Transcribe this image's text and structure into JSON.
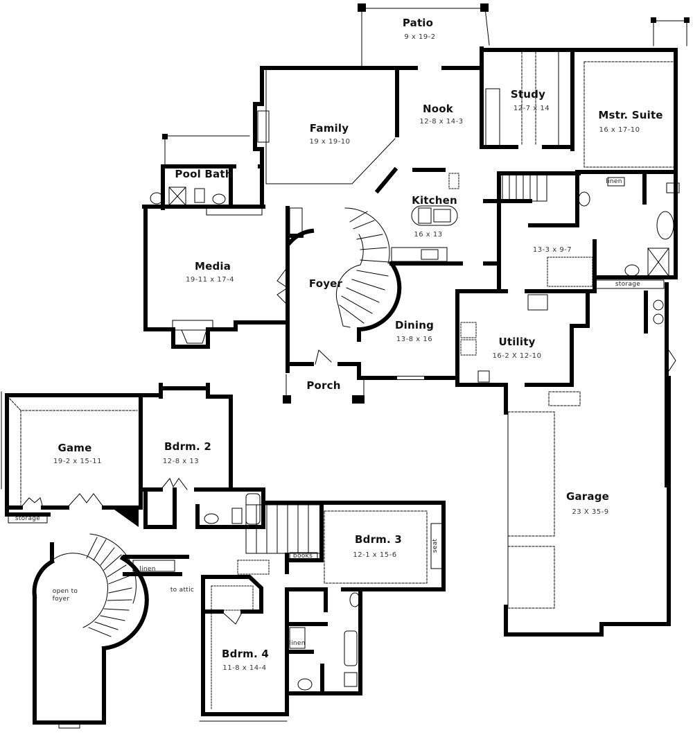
{
  "plan": {
    "background": "#ffffff",
    "wall_color": "#000000",
    "line_color": "#222222"
  },
  "rooms": {
    "patio": {
      "name": "Patio",
      "dim": "9 x 19-2"
    },
    "family": {
      "name": "Family",
      "dim": "19 x 19-10"
    },
    "nook": {
      "name": "Nook",
      "dim": "12-8 x 14-3"
    },
    "study": {
      "name": "Study",
      "dim": "12-7 x 14"
    },
    "master_suite": {
      "name": "Mstr. Suite",
      "dim": "16 x 17-10"
    },
    "pool_bath": {
      "name": "Pool Bath"
    },
    "kitchen": {
      "name": "Kitchen",
      "dim": "16 x 13"
    },
    "master_bath": {
      "dim": "13-3 x 9-7"
    },
    "media": {
      "name": "Media",
      "dim": "19-11 x 17-4"
    },
    "foyer": {
      "name": "Foyer"
    },
    "dining": {
      "name": "Dining",
      "dim": "13-8 x 16"
    },
    "utility": {
      "name": "Utility",
      "dim": "16-2 X 12-10"
    },
    "porch": {
      "name": "Porch"
    },
    "game": {
      "name": "Game",
      "dim": "19-2 x 15-11"
    },
    "bedroom2": {
      "name": "Bdrm. 2",
      "dim": "12-8 x 13"
    },
    "bedroom3": {
      "name": "Bdrm. 3",
      "dim": "12-1 x 15-6"
    },
    "bedroom4": {
      "name": "Bdrm. 4",
      "dim": "11-8 x 14-4"
    },
    "garage": {
      "name": "Garage",
      "dim": "23 X 35-9"
    }
  },
  "annotations": {
    "linen_master": "linen",
    "storage_master": "storage",
    "storage_game": "storage",
    "linen_upper": "linen",
    "books": "books",
    "seat": "seat",
    "to_attic": "to attic",
    "open_to_foyer_line1": "open to",
    "open_to_foyer_line2": "foyer",
    "linen_bath": "linen"
  }
}
